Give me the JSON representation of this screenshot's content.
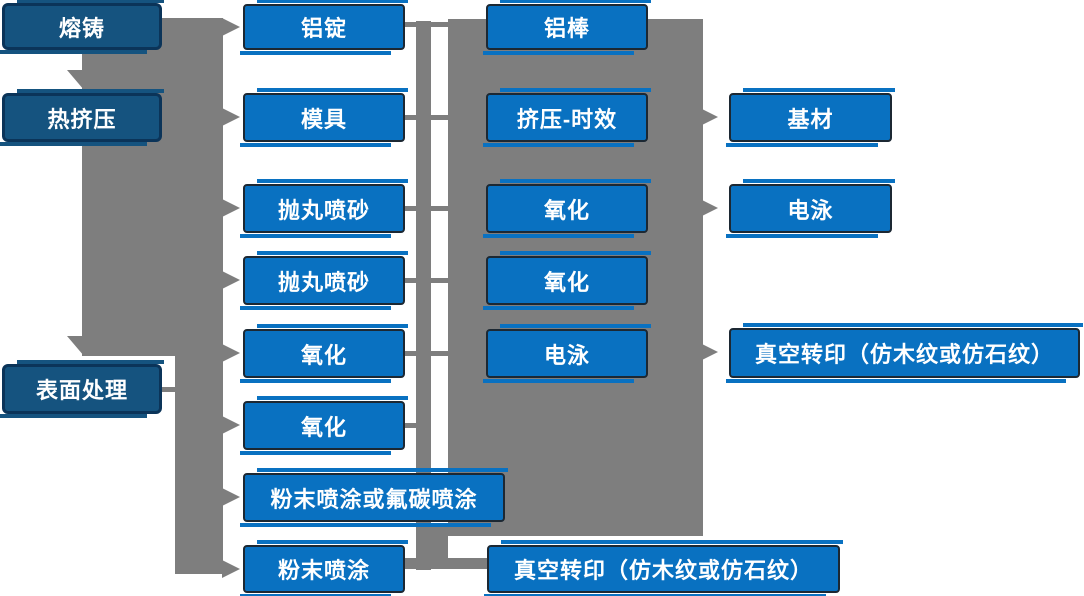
{
  "flowchart": {
    "columns": {
      "stages": [
        "熔铸",
        "热挤压",
        "表面处理"
      ],
      "process": [
        "铝锭",
        "模具",
        "抛丸喷砂",
        "抛丸喷砂",
        "氧化",
        "氧化",
        "粉末喷涂或氟碳喷涂",
        "粉末喷涂"
      ],
      "treatment": [
        "铝棒",
        "挤压-时效",
        "氧化",
        "氧化",
        "电泳",
        "真空转印（仿木纹或仿石纹）"
      ],
      "finish": [
        "基材",
        "电泳",
        "真空转印（仿木纹或仿石纹）"
      ]
    },
    "colors": {
      "process_box": "#0971C1",
      "stage_box": "#15537F",
      "process_border": "#1C2833",
      "stage_border": "#0B3459",
      "connector": "#7E7E7E",
      "text": "#FFFFFF",
      "background": "#FFFFFF"
    }
  }
}
